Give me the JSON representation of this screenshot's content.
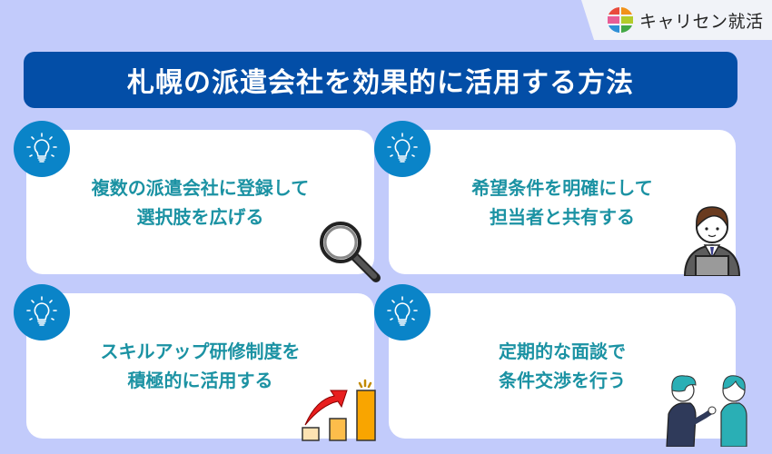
{
  "brand": {
    "name": "キャリセン就活",
    "logo_colors": [
      "#e94b3c",
      "#f29219",
      "#e85d96",
      "#b3cc2a",
      "#2e8fd6",
      "#43a845"
    ]
  },
  "title": "札幌の派遣会社を効果的に活用する方法",
  "colors": {
    "background": "#c2cbfb",
    "title_bar": "#034ea7",
    "card": "#ffffff",
    "card_text": "#1b92a3",
    "badge": "#0a84c8"
  },
  "cards": [
    {
      "line1": "複数の派遣会社に登録して",
      "line2": "選択肢を広げる",
      "icon": "lightbulb-icon",
      "illustration": "magnifying-glass"
    },
    {
      "line1": "希望条件を明確にして",
      "line2": "担当者と共有する",
      "icon": "lightbulb-icon",
      "illustration": "businessman-laptop"
    },
    {
      "line1": "スキルアップ研修制度を",
      "line2": "積極的に活用する",
      "icon": "lightbulb-icon",
      "illustration": "growth-bar-chart"
    },
    {
      "line1": "定期的な面談で",
      "line2": "条件交渉を行う",
      "icon": "lightbulb-icon",
      "illustration": "two-people-talking"
    }
  ]
}
